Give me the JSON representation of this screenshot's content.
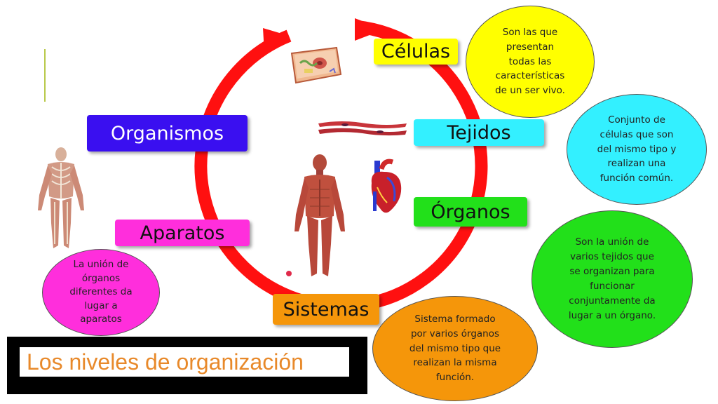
{
  "colors": {
    "cycle_arrow": "#ff1010",
    "celulas": "#ffff00",
    "tejidos": "#33f0ff",
    "organos": "#22e01a",
    "sistemas": "#f5960a",
    "aparatos": "#ff2edc",
    "organismos": "#3a0ff0",
    "title_text": "#e8892a"
  },
  "levels": {
    "celulas": "Células",
    "tejidos": "Tejidos",
    "organos": "Órganos",
    "sistemas": "Sistemas",
    "aparatos": "Aparatos",
    "organismos": "Organismos"
  },
  "definitions": {
    "celulas": [
      "Son las que",
      "presentan",
      "todas las",
      "características",
      "de un ser vivo."
    ],
    "tejidos": [
      "Conjunto de",
      "células que son",
      "del mismo tipo y",
      "realizan una",
      "función común."
    ],
    "organos": [
      "Son la unión de",
      "varios tejidos que",
      "se organizan para",
      "funcionar",
      "conjuntamente da",
      "lugar a un órgano."
    ],
    "sistemas": [
      "Sistema formado",
      "por varios órganos",
      "del mismo tipo que",
      "realizan la misma",
      "función."
    ],
    "aparatos": [
      "La unión de",
      "órganos",
      "diferentes da",
      "lugar a",
      "aparatos"
    ]
  },
  "title": "Los niveles de organización",
  "icons": [
    "cell-icon",
    "muscle-tissue-icon",
    "heart-icon",
    "human-muscular-system-icon",
    "human-skeleton-icon"
  ]
}
